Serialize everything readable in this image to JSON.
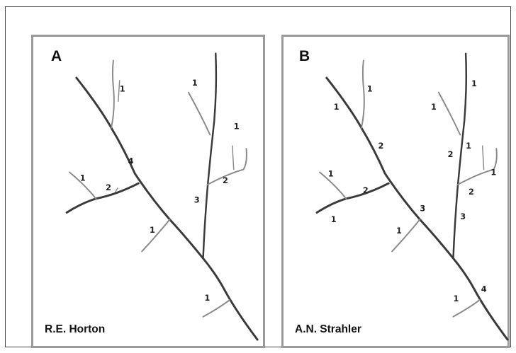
{
  "panels": [
    {
      "letter": "A",
      "caption": "R.E. Horton",
      "orders": [
        "1",
        "1",
        "4",
        "1",
        "2",
        "3",
        "1",
        "2",
        "1",
        "1"
      ]
    },
    {
      "letter": "B",
      "caption": "A.N. Strahler",
      "orders": [
        "1",
        "1",
        "2",
        "1",
        "1",
        "2",
        "1",
        "1",
        "1",
        "2",
        "3",
        "1",
        "2",
        "3",
        "1",
        "1",
        "4"
      ]
    }
  ],
  "colors": {
    "stream": "#3a3a3a",
    "tributary": "#8a8a8a",
    "border": "#9a9a9a"
  }
}
